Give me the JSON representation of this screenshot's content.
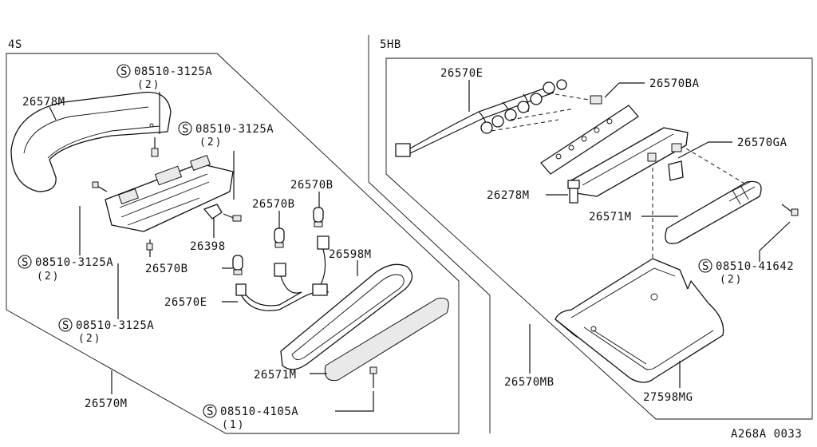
{
  "sections": {
    "left_title": "4S",
    "right_title": "5HB"
  },
  "left_parts": {
    "p26578M": "26578M",
    "screw_top": {
      "prefix": "S",
      "code": "08510-3125A",
      "qty": "(2)"
    },
    "screw_mid": {
      "prefix": "S",
      "code": "08510-3125A",
      "qty": "(2)"
    },
    "screw_left": {
      "prefix": "S",
      "code": "08510-3125A",
      "qty": "(2)"
    },
    "screw_bottom": {
      "prefix": "S",
      "code": "08510-3125A",
      "qty": "(2)"
    },
    "p26398": "26398",
    "p26570B_a": "26570B",
    "p26570B_b": "26570B",
    "p26570B_c": "26570B",
    "p26570E": "26570E",
    "p26598M": "26598M",
    "p26571M": "26571M",
    "p26570M": "26570M",
    "screw_lens": {
      "prefix": "S",
      "code": "08510-4105A",
      "qty": "(1)"
    }
  },
  "right_parts": {
    "p26570E": "26570E",
    "p26570BA": "26570BA",
    "p26570GA": "26570GA",
    "p26278M": "26278M",
    "p26571M": "26571M",
    "screw_right": {
      "prefix": "S",
      "code": "08510-41642",
      "qty": "(2)"
    },
    "p26570MB": "26570MB",
    "p27598MG": "27598MG"
  },
  "footer": {
    "diagram_code": "A268A 0033"
  }
}
